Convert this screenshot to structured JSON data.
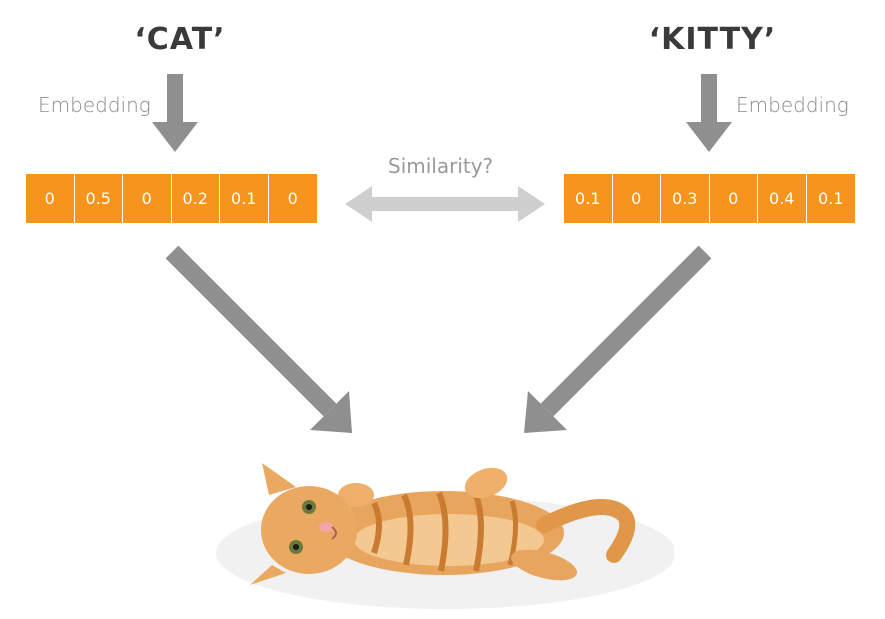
{
  "left": {
    "word": "‘CAT’",
    "embedding_label": "Embedding",
    "vector": [
      "0",
      "0.5",
      "0",
      "0.2",
      "0.1",
      "0"
    ]
  },
  "right": {
    "word": "‘KITTY’",
    "embedding_label": "Embedding",
    "vector": [
      "0.1",
      "0",
      "0.3",
      "0",
      "0.4",
      "0.1"
    ]
  },
  "comparison_label": "Similarity?",
  "colors": {
    "vector_fill": "#f7941d",
    "arrow_dark": "#8f8f8f",
    "arrow_light": "#cfcfcf",
    "cat_fur": "#e8a55e"
  }
}
